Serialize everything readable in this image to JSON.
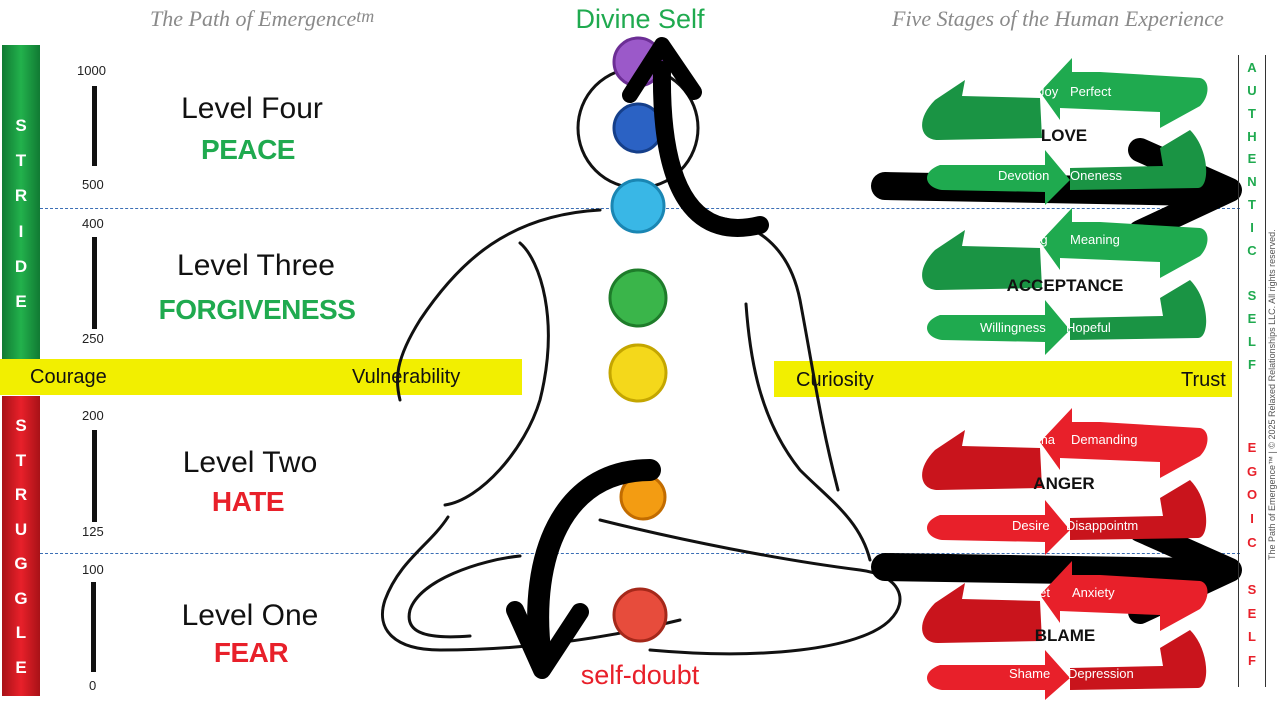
{
  "header": {
    "left_title": "The Path of Emergence",
    "left_title_mark": "tm",
    "right_title": "Five Stages of the Human Experience",
    "top_label": "Divine Self",
    "bottom_label": "self-doubt"
  },
  "left_bar": {
    "stride_letters": [
      "S",
      "T",
      "R",
      "I",
      "D",
      "E"
    ],
    "struggle_letters": [
      "S",
      "T",
      "R",
      "U",
      "G",
      "G",
      "L",
      "E"
    ]
  },
  "scale": [
    "1000",
    "500",
    "400",
    "250",
    "200",
    "125",
    "100",
    "0"
  ],
  "levels": [
    {
      "name": "Level Four",
      "word": "PEACE",
      "color": "#1faa4f"
    },
    {
      "name": "Level Three",
      "word": "FORGIVENESS",
      "color": "#1faa4f"
    },
    {
      "name": "Level Two",
      "word": "HATE",
      "color": "#e8202a"
    },
    {
      "name": "Level One",
      "word": "FEAR",
      "color": "#e8202a"
    }
  ],
  "band": {
    "courage": "Courage",
    "vulnerability": "Vulnerability",
    "curiosity": "Curiosity",
    "trust": "Trust"
  },
  "cycles": [
    {
      "title": "LOVE",
      "tl": "Joy",
      "tr": "Perfect",
      "bl": "Devotion",
      "br": "Oneness",
      "color": "#1faa4f"
    },
    {
      "title": "ACCEPTANCE",
      "tl": "Understanding",
      "tr": "Meaning",
      "bl": "Willingness",
      "br": "Hopeful",
      "color": "#1faa4f"
    },
    {
      "title": "ANGER",
      "tl": "Drama",
      "tr": "Demanding",
      "bl": "Desire",
      "br": "Disappointm",
      "color": "#e8202a"
    },
    {
      "title": "BLAME",
      "tl": "Regret",
      "tr": "Anxiety",
      "bl": "Shame",
      "br": "Depression",
      "color": "#e8202a"
    }
  ],
  "right_side": {
    "authentic_letters": [
      "A",
      "U",
      "T",
      "H",
      "E",
      "N",
      "T",
      "I",
      "C",
      "",
      "S",
      "E",
      "L",
      "F"
    ],
    "egoic_letters": [
      "E",
      "G",
      "O",
      "I",
      "C",
      "",
      "S",
      "E",
      "L",
      "F"
    ],
    "copyright": "The Path of Emergence™ | © 2025 Relaxed Relationships LLC. All rights reserved."
  },
  "colors": {
    "green": "#1faa4f",
    "red": "#e8202a",
    "yellow": "#f2ef00",
    "dash": "#3b6eb5"
  }
}
